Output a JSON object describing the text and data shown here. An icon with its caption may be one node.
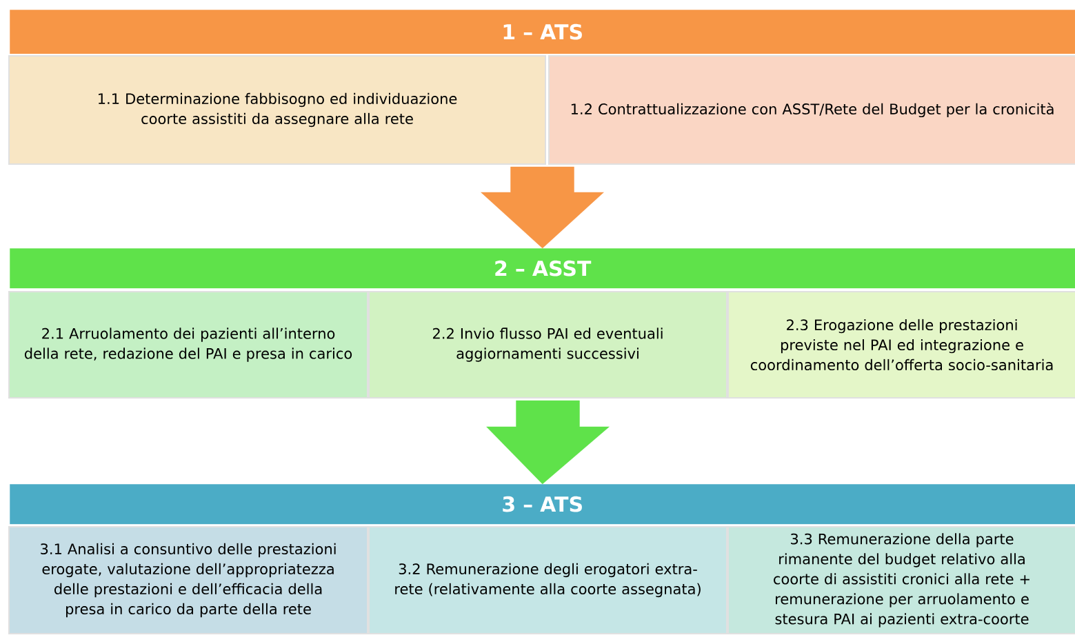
{
  "diagram": {
    "nodes": [
      {
        "text": [
          "1 – ATS"
        ]
      },
      {
        "text": [
          "1.1 Determinazione fabbisogno ed individuazione coorte assistiti da assegnare alla rete"
        ]
      },
      {
        "text": [
          "1.2 Contrattualizzazione con ASST/Rete del Budget per la cronicità"
        ]
      },
      {
        "text": [
          "2 – ASST"
        ]
      },
      {
        "text": [
          "2.1 Arruolamento dei pazienti all’interno della rete, redazione del PAI e presa in carico"
        ]
      },
      {
        "text": [
          "2.2 Invio flusso PAI ed eventuali aggiornamenti successivi"
        ]
      },
      {
        "text": [
          "2.3 Erogazione delle prestazioni previste nel PAI ed integrazione e coordinamento dell’offerta socio-sanitaria"
        ]
      },
      {
        "text": [
          "3 – ATS"
        ]
      },
      {
        "text": [
          "3.1 Analisi a consuntivo  delle prestazioni erogate, valutazione dell’appropriatezza delle prestazioni e dell’efficacia della presa in carico da parte della rete"
        ]
      },
      {
        "text": [
          "3.2 Remunerazione degli erogatori extra-rete (relativamente alla coorte assegnata)"
        ]
      },
      {
        "text": [
          "3.3 Remunerazione della parte rimanente del budget relativo alla coorte di assistiti cronici alla rete + remunerazione per arruolamento e stesura PAI ai pazienti extra-coorte"
        ]
      }
    ],
    "edges": [
      {
        "from": 1,
        "to": 3,
        "arrow": "to",
        "color": "#f79646"
      },
      {
        "from": 2,
        "to": 3,
        "arrow": "to",
        "color": "#f79646"
      },
      {
        "from": 5,
        "to": 7,
        "arrow": "to",
        "color": "#5fe24a"
      }
    ]
  }
}
